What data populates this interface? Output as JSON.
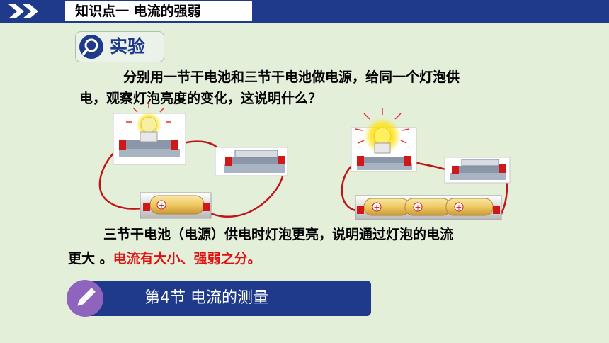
{
  "header": {
    "section_title": "知识点一  电流的强弱",
    "nav_icon": "double-chevron-right-icon"
  },
  "experiment": {
    "badge_label": "实验",
    "badge_icon": "magnifier-icon"
  },
  "question": {
    "line1": "分别用一节干电池和三节干电池做电源，给同一个灯泡供",
    "line2": "电，观察灯泡亮度的变化，这说明什么？"
  },
  "conclusion": {
    "line1": "三节干电池（电源）供电时灯泡更亮，说明通过灯泡的电流",
    "line2_black": "更大 。",
    "line2_red": "电流有大小、强弱之分。"
  },
  "footer": {
    "icon": "pencil-icon",
    "text": "第4节   电流的测量"
  },
  "colors": {
    "background": "#E4EFD9",
    "header_blue": "#1F3A8A",
    "highlight_red": "#E01010",
    "icon_purple": "#8E64BE",
    "wire_red": "#C0141C"
  }
}
